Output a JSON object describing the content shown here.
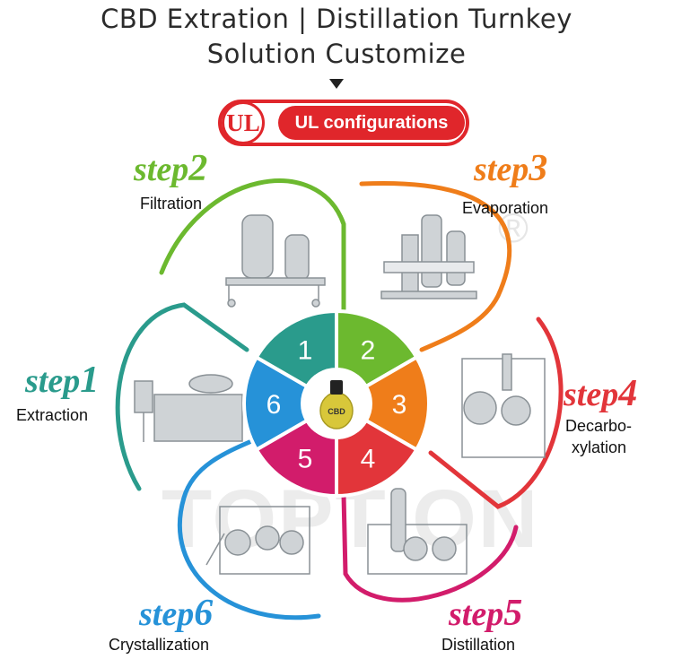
{
  "header": {
    "title_line1": "CBD Extration | Distillation Turnkey",
    "title_line2": "Solution Customize"
  },
  "badge": {
    "logo_text": "UL",
    "label": "UL configurations"
  },
  "watermark": {
    "registered": "®",
    "text": "TOPTION"
  },
  "center": {
    "bottle_label": "CBD"
  },
  "steps": [
    {
      "word": "step",
      "number": "1",
      "label": "Extraction",
      "color": "#2a9b8c"
    },
    {
      "word": "step",
      "number": "2",
      "label": "Filtration",
      "color": "#6cb92f"
    },
    {
      "word": "step",
      "number": "3",
      "label": "Evaporation",
      "color": "#ef7d1a"
    },
    {
      "word": "step",
      "number": "4",
      "label": "Decarbo-",
      "label2": "xylation",
      "color": "#e2353a"
    },
    {
      "word": "step",
      "number": "5",
      "label": "Distillation",
      "color": "#d21c6b"
    },
    {
      "word": "step",
      "number": "6",
      "label": "Crystallization",
      "color": "#2692d8"
    }
  ],
  "wheel": {
    "segments": [
      {
        "number": "1",
        "color": "#2a9b8c"
      },
      {
        "number": "2",
        "color": "#6cb92f"
      },
      {
        "number": "3",
        "color": "#ef7d1a"
      },
      {
        "number": "4",
        "color": "#e2353a"
      },
      {
        "number": "5",
        "color": "#d21c6b"
      },
      {
        "number": "6",
        "color": "#2692d8"
      }
    ]
  }
}
